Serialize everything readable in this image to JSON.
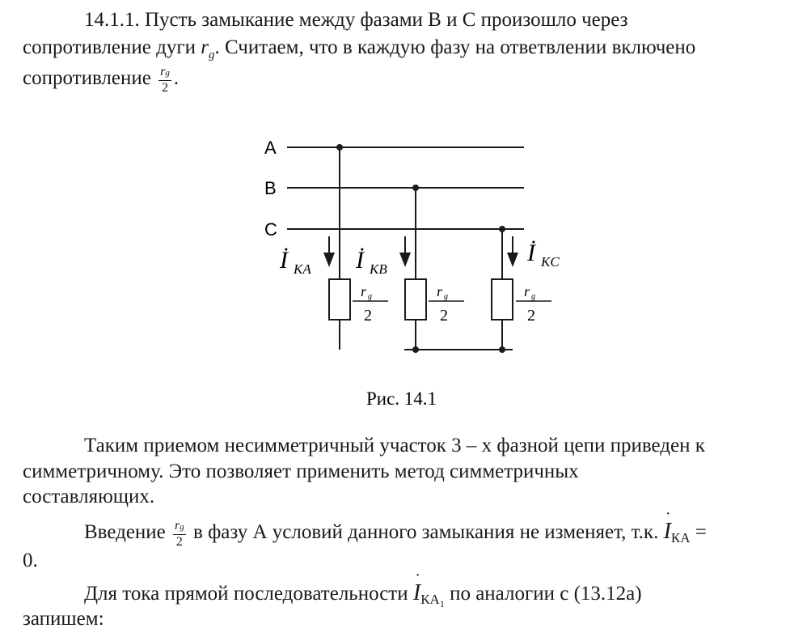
{
  "intro": {
    "line1": "14.1.1. Пусть замыкание между фазами В и С произошло через",
    "line2_start": "сопротивление дуги ",
    "r_symbol": "r",
    "g_sub": "g",
    "line2_end": ". Считаем, что в каждую фазу на ответвлении включено",
    "line3_start": "сопротивление ",
    "frac_num": "r",
    "frac_num_sub": "g",
    "frac_den": "2",
    "line3_end": "."
  },
  "diagram": {
    "phase_a": "A",
    "phase_b": "B",
    "phase_c": "C",
    "current_symbol": "İ",
    "current_ka_sub": "KA",
    "current_kb_sub": "KB",
    "current_kc_sub": "KC",
    "res_num": "r",
    "res_num_sub": "g",
    "res_den": "2",
    "caption": "Рис. 14.1"
  },
  "body": {
    "p1_line1": "Таким приемом несимметричный участок 3 – х фазной цепи приведен к",
    "p1_line2": "симметричному. Это позволяет применить метод симметричных",
    "p1_line3": "составляющих.",
    "p2_start": "Введение ",
    "p2_mid": " в фазу А условий данного замыкания не изменяет, т.к. ",
    "p2_current": "I",
    "p2_current_sub": "КА",
    "p2_end": " =",
    "p2_line2": "0.",
    "p3_start": "Для тока прямой последовательности ",
    "p3_current": "I",
    "p3_current_sub": "КА",
    "p3_current_subsub": "1",
    "p3_end": " по аналогии с (13.12а)",
    "p3_line2": "запишем:"
  }
}
